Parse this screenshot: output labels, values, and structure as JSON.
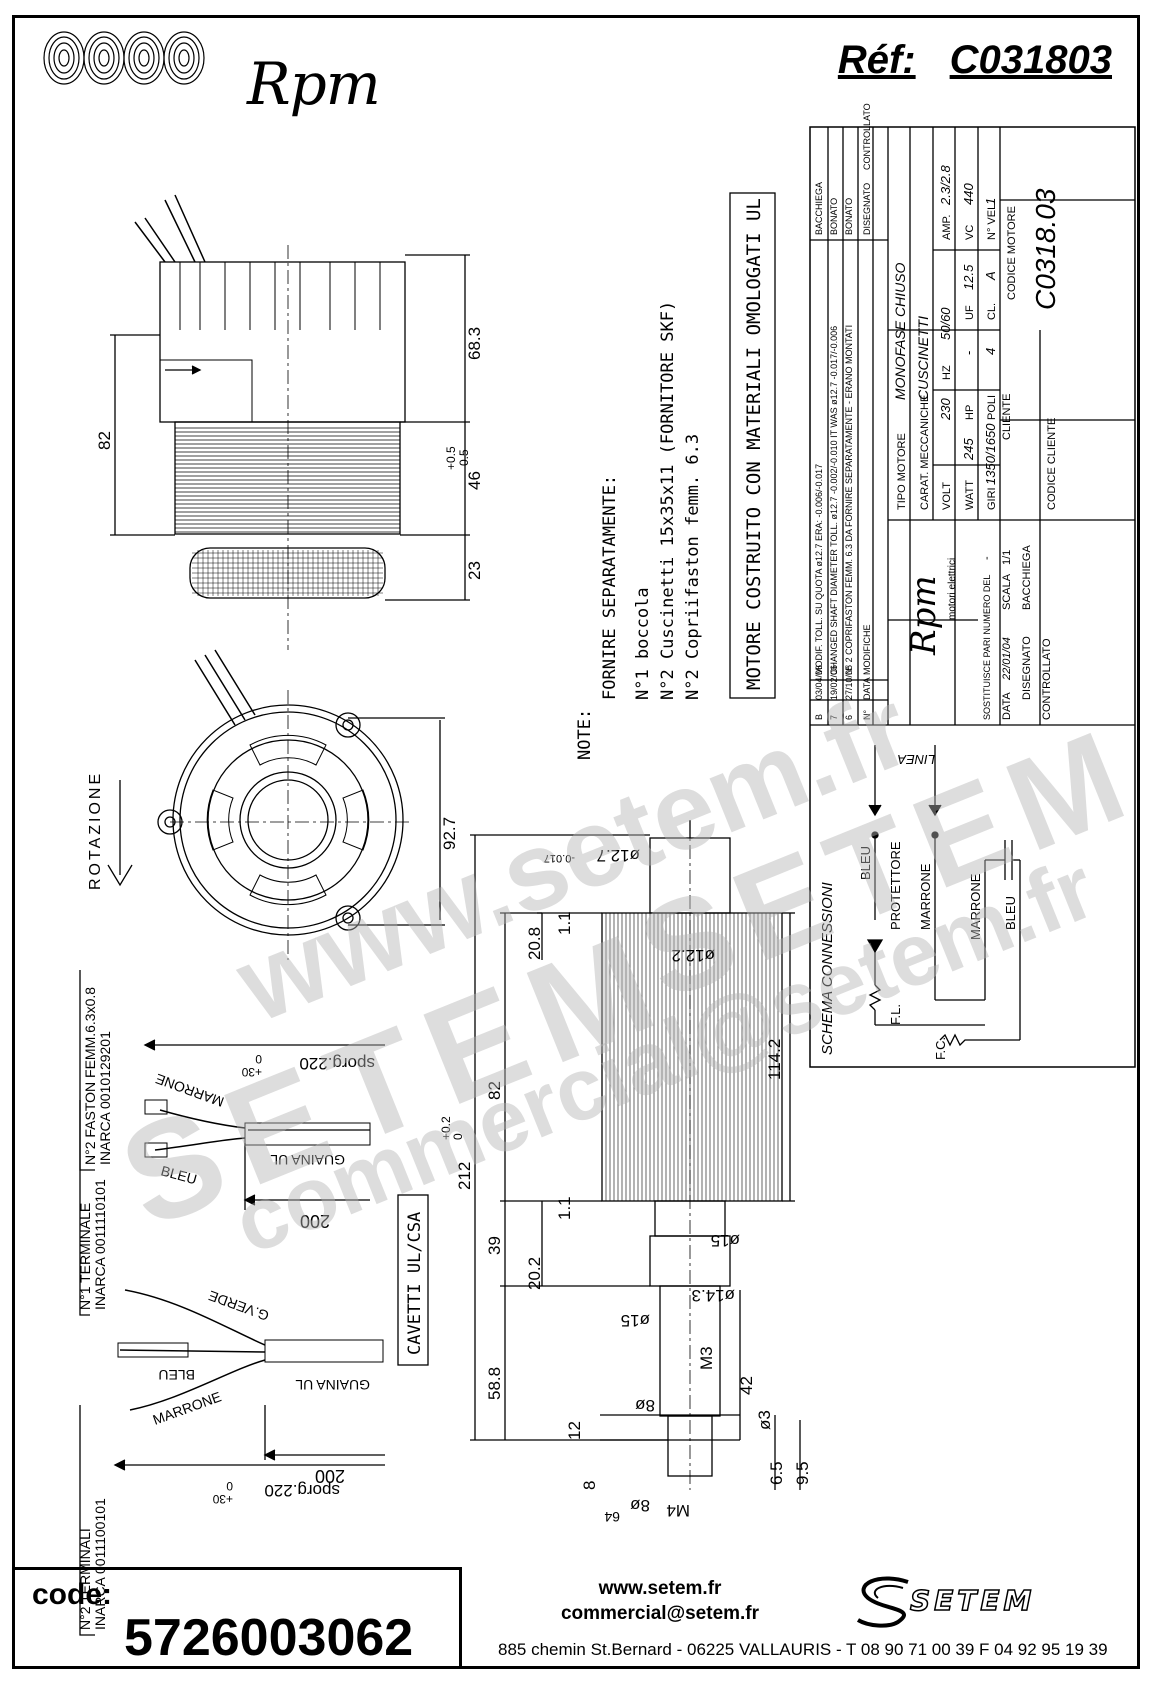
{
  "header": {
    "brand": "Rpm",
    "ref_label": "Réf:",
    "ref_value": "C031803"
  },
  "drawing": {
    "dimensions": {
      "d68_3": "68.3",
      "d82_top": "82",
      "d46": "46",
      "d46_tol_plus": "+0.5",
      "d46_tol_minus": "-0.5",
      "d23": "23",
      "d92_7": "92.7",
      "d114_2": "114.2",
      "d82_shaft": "82",
      "d212": "212",
      "d212_tol": "+0.2",
      "d212_tol0": "0",
      "d39": "39",
      "d58_8": "58.8",
      "d20_8": "20.8",
      "d1_1a": "1.1",
      "d1_1b": "1.1",
      "d20_2": "20.2",
      "d12_7": "ø12.7",
      "d12_7_tol": "-0.017",
      "d12_2": "ø12.2",
      "d15": "ø15",
      "d14_3": "ø14.3",
      "d15b": "ø15",
      "m3": "M3",
      "m4": "M4",
      "d42": "42",
      "d8a": "8ø",
      "d8b": "8",
      "d12": "12",
      "d6_5": "6.5",
      "d9_5": "9.5",
      "d3": "ø3",
      "d8_bottom": "8ø",
      "d64": "64"
    },
    "rotation_label": "ROTAZIONE",
    "notes": {
      "title": "NOTE:",
      "line1": "FORNIRE SEPARATAMENTE:",
      "line2": "N°1 boccola",
      "line3": "N°2 Cuscinetti 15x35x11 (FORNITORE SKF)",
      "line4": "N°2 Copriifaston femm. 6.3"
    },
    "ul_box": "MOTORE COSTRUITO CON MATERIALI OMOLOGATI UL",
    "cables_box": "CAVETTI UL/CSA",
    "wiring1": {
      "fastons": "N°2 FASTON FEMM.6.3x0.8",
      "fastons_ref": "INARCA 0010129201",
      "sporg": "sporg.220",
      "sporg_tol_plus": "+30",
      "sporg_tol_zero": "0",
      "marrone": "MARRONE",
      "bleu": "BLEU",
      "guaina": "GUAINA UL",
      "len": "200"
    },
    "wiring2": {
      "term1": "N°1 TERMINALE",
      "term1_ref": "INARCA 0011110101",
      "term2": "N°2 TERMINALI",
      "term2_ref": "INARCA 0011100101",
      "gverde": "G.VERDE",
      "bleu": "BLEU",
      "marrone": "MARRONE",
      "guaina": "GUAINA UL",
      "len": "200",
      "sporg": "sporg.220",
      "sporg_tol_plus": "+30",
      "sporg_tol_zero": "0"
    },
    "schema": {
      "title": "SCHEMA CONNESSIONI",
      "linea": "LINEA",
      "bleu": "BLEU",
      "protettore": "PROTETTORE",
      "marrone": "MARRONE",
      "marrone2": "MARRONE",
      "bleu2": "BLEU",
      "fl": "F.L.",
      "fc": "F.C."
    },
    "title_block": {
      "tipo_motore_label": "TIPO MOTORE",
      "tipo_motore": "MONOFASE CHIUSO",
      "carat_label": "CARAT. MECCANICHE",
      "carat": "CUSCINETTI",
      "volt_label": "VOLT",
      "volt": "230",
      "hz_label": "HZ",
      "hz": "50/60",
      "amp_label": "AMP.",
      "amp": "2.3/2.8",
      "watt_label": "WATT",
      "watt": "245",
      "hp_label": "HP",
      "hp": "-",
      "uf_label": "UF",
      "uf": "12.5",
      "vc_label": "VC",
      "vc": "440",
      "giri_label": "GIRI",
      "giri": "1350/1650",
      "poli_label": "POLI",
      "poli": "4",
      "cl_label": "CL.",
      "cl": "A",
      "vel_label": "N° VEL.",
      "vel": "1",
      "cliente_label": "CLIENTE",
      "codice_motore_label": "CODICE MOTORE",
      "codice_motore": "C0318.03",
      "codice_cliente_label": "CODICE CLIENTE",
      "rpm_sub": "motori elettrici",
      "sostituisce_label": "SOSTITUISCE PARI NUMERO DEL",
      "sostituisce": "-",
      "data_label": "DATA",
      "data": "22/01/04",
      "scala_label": "SCALA",
      "scala": "1/1",
      "disegnato_label": "DISEGNATO",
      "disegnato": "BACCHIEGA",
      "controllato_label": "CONTROLLATO",
      "mods_header": [
        "N°",
        "DATA",
        "MODIFICHE",
        "DISEGNATO",
        "CONTROLLATO"
      ],
      "mods": [
        {
          "n": "B",
          "date": "03/04/06",
          "text": "MODIF. TOLL. SU QUOTA ø12.7 ERA: -0.006/-0.017",
          "by": "BACCHIEGA"
        },
        {
          "n": "7",
          "date": "19/02/06",
          "text": "CHANGED SHAFT DIAMETER TOLL. ø12.7 -0.002/-0.010 IT WAS ø12.7 -0.017/-0.006",
          "by": "BONATO"
        },
        {
          "n": "6",
          "date": "27/10/05",
          "text": "N° 2 COPRIFASTON FEMM. 6.3 DA FORNIRE SEPARATAMENTE - ERANO MONTATI",
          "by": "BONATO"
        }
      ]
    }
  },
  "watermarks": [
    "www.setem.fr",
    "SETEM",
    "SETEM",
    "commercial@setem.fr"
  ],
  "footer": {
    "code_label": "code:",
    "code_value": "5726003062",
    "website": "www.setem.fr",
    "email": "commercial@setem.fr",
    "address": "885 chemin St.Bernard  -  06225 VALLAURIS  -  T 08 90 71 00 39   F 04 92 95 19 39",
    "setem_brand": "SETEM"
  }
}
